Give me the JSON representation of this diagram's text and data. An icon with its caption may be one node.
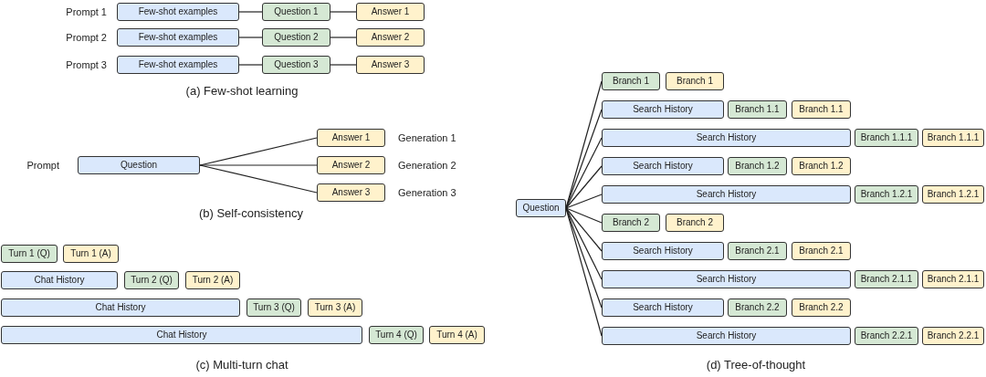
{
  "diagram": {
    "nodes": [
      {
        "text": [
          "Few-shot examples"
        ],
        "beside": [
          "Prompt 1"
        ]
      },
      {
        "text": [
          "Question 1"
        ]
      },
      {
        "text": [
          "Answer 1"
        ]
      },
      {
        "text": [
          "Few-shot examples"
        ],
        "beside": [
          "Prompt 2"
        ]
      },
      {
        "text": [
          "Question 2"
        ]
      },
      {
        "text": [
          "Answer 2"
        ]
      },
      {
        "text": [
          "Few-shot examples"
        ],
        "beside": [
          "Prompt 3"
        ]
      },
      {
        "text": [
          "Question 3"
        ]
      },
      {
        "text": [
          "Answer 3"
        ]
      },
      {
        "text": [
          "Question"
        ],
        "beside": [
          "Prompt"
        ]
      },
      {
        "text": [
          "Answer 1"
        ],
        "beside": [
          "Generation 1"
        ]
      },
      {
        "text": [
          "Answer 2"
        ],
        "beside": [
          "Generation 2"
        ]
      },
      {
        "text": [
          "Answer 3"
        ],
        "beside": [
          "Generation 3"
        ]
      },
      {
        "text": [
          "Turn 1 (Q)"
        ]
      },
      {
        "text": [
          "Turn 1 (A)"
        ]
      },
      {
        "text": [
          "Chat History"
        ]
      },
      {
        "text": [
          "Turn 2 (Q)"
        ]
      },
      {
        "text": [
          "Turn 2 (A)"
        ]
      },
      {
        "text": [
          "Chat History"
        ]
      },
      {
        "text": [
          "Turn 3 (Q)"
        ]
      },
      {
        "text": [
          "Turn 3 (A)"
        ]
      },
      {
        "text": [
          "Chat History"
        ]
      },
      {
        "text": [
          "Turn 4 (Q)"
        ]
      },
      {
        "text": [
          "Turn 4 (A)"
        ]
      },
      {
        "text": [
          "Question"
        ]
      },
      {
        "text": [
          "Branch 1"
        ]
      },
      {
        "text": [
          "Branch 1"
        ]
      },
      {
        "text": [
          "Search History"
        ]
      },
      {
        "text": [
          "Branch 1.1"
        ]
      },
      {
        "text": [
          "Branch 1.1"
        ]
      },
      {
        "text": [
          "Search History"
        ]
      },
      {
        "text": [
          "Branch 1.1.1"
        ]
      },
      {
        "text": [
          "Branch 1.1.1"
        ]
      },
      {
        "text": [
          "Search History"
        ]
      },
      {
        "text": [
          "Branch 1.2"
        ]
      },
      {
        "text": [
          "Branch 1.2"
        ]
      },
      {
        "text": [
          "Search History"
        ]
      },
      {
        "text": [
          "Branch 1.2.1"
        ]
      },
      {
        "text": [
          "Branch 1.2.1"
        ]
      },
      {
        "text": [
          "Branch 2"
        ]
      },
      {
        "text": [
          "Branch 2"
        ]
      },
      {
        "text": [
          "Search History"
        ]
      },
      {
        "text": [
          "Branch 2.1"
        ]
      },
      {
        "text": [
          "Branch 2.1"
        ]
      },
      {
        "text": [
          "Search History"
        ]
      },
      {
        "text": [
          "Branch 2.1.1"
        ]
      },
      {
        "text": [
          "Branch 2.1.1"
        ]
      },
      {
        "text": [
          "Search History"
        ]
      },
      {
        "text": [
          "Branch 2.2"
        ]
      },
      {
        "text": [
          "Branch 2.2"
        ]
      },
      {
        "text": [
          "Search History"
        ]
      },
      {
        "text": [
          "Branch 2.2.1"
        ]
      },
      {
        "text": [
          "Branch 2.2.1"
        ]
      }
    ],
    "edges": [
      {
        "from": 0,
        "to": 1,
        "arrow": "none"
      },
      {
        "from": 1,
        "to": 2,
        "arrow": "none"
      },
      {
        "from": 3,
        "to": 4,
        "arrow": "none"
      },
      {
        "from": 4,
        "to": 5,
        "arrow": "none"
      },
      {
        "from": 6,
        "to": 7,
        "arrow": "none"
      },
      {
        "from": 7,
        "to": 8,
        "arrow": "none"
      },
      {
        "from": 9,
        "to": 10,
        "arrow": "none"
      },
      {
        "from": 9,
        "to": 11,
        "arrow": "none"
      },
      {
        "from": 9,
        "to": 12,
        "arrow": "none"
      },
      {
        "from": 24,
        "to": 25,
        "arrow": "none"
      },
      {
        "from": 24,
        "to": 27,
        "arrow": "none"
      },
      {
        "from": 24,
        "to": 30,
        "arrow": "none"
      },
      {
        "from": 24,
        "to": 33,
        "arrow": "none"
      },
      {
        "from": 24,
        "to": 36,
        "arrow": "none"
      },
      {
        "from": 24,
        "to": 39,
        "arrow": "none"
      },
      {
        "from": 24,
        "to": 41,
        "arrow": "none"
      },
      {
        "from": 24,
        "to": 44,
        "arrow": "none"
      },
      {
        "from": 24,
        "to": 47,
        "arrow": "none"
      },
      {
        "from": 24,
        "to": 50,
        "arrow": "none"
      }
    ],
    "labels": [
      "(a) Few-shot learning",
      "(b) Self-consistency",
      "(c) Multi-turn chat",
      "(d) Tree-of-thought"
    ]
  }
}
